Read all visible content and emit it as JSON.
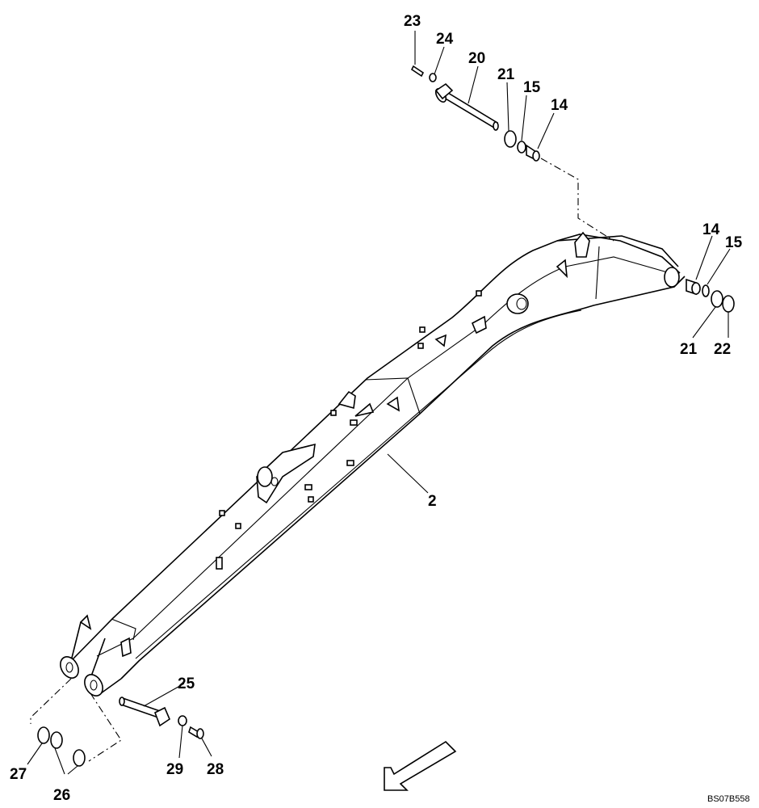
{
  "drawing": {
    "code": "BS07B558",
    "direction_arrow": "front-direction-arrow",
    "labels": [
      {
        "id": "label-23",
        "text": "23"
      },
      {
        "id": "label-24",
        "text": "24"
      },
      {
        "id": "label-20",
        "text": "20"
      },
      {
        "id": "label-21-top",
        "text": "21"
      },
      {
        "id": "label-15-top",
        "text": "15"
      },
      {
        "id": "label-14-top",
        "text": "14"
      },
      {
        "id": "label-14-right",
        "text": "14"
      },
      {
        "id": "label-15-right",
        "text": "15"
      },
      {
        "id": "label-21-right",
        "text": "21"
      },
      {
        "id": "label-22",
        "text": "22"
      },
      {
        "id": "label-2",
        "text": "2"
      },
      {
        "id": "label-25",
        "text": "25"
      },
      {
        "id": "label-29",
        "text": "29"
      },
      {
        "id": "label-28",
        "text": "28"
      },
      {
        "id": "label-27",
        "text": "27"
      },
      {
        "id": "label-26",
        "text": "26"
      }
    ]
  }
}
